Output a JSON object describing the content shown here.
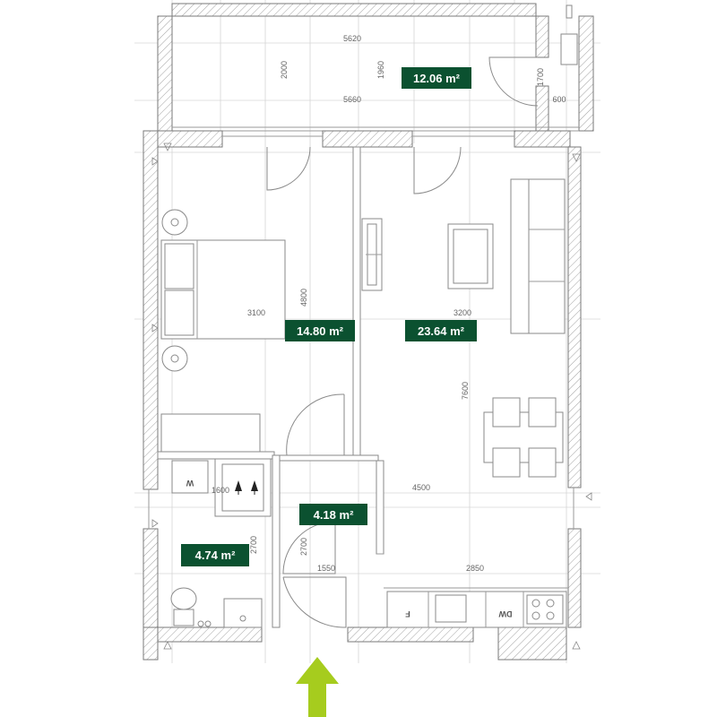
{
  "rooms": [
    {
      "id": "balcony",
      "area": "12.06 m²"
    },
    {
      "id": "bedroom",
      "area": "14.80 m²"
    },
    {
      "id": "living",
      "area": "23.64 m²"
    },
    {
      "id": "hall",
      "area": "4.18 m²"
    },
    {
      "id": "bathroom",
      "area": "4.74 m²"
    }
  ],
  "dimensions": {
    "balcony_width_top": "5620",
    "balcony_width_bottom": "5660",
    "balcony_depth_left": "2000",
    "balcony_depth_mid": "1960",
    "balcony_depth_right": "1700",
    "balcony_niche": "600",
    "bedroom_width": "3100",
    "bedroom_depth": "4800",
    "living_width": "3200",
    "living_depth": "7600",
    "living_lower_width": "4500",
    "kitchen_width": "2850",
    "bath_width": "1600",
    "bath_depth": "2700",
    "hall_depth": "2700",
    "hall_width": "1550"
  },
  "appliances": {
    "washer": "W",
    "fridge": "F",
    "dishwasher": "DW"
  },
  "colors": {
    "label_bg": "#0b5130",
    "entrance_arrow": "#a6cc1e"
  },
  "icons": {
    "entrance": "entrance-arrow-icon"
  }
}
